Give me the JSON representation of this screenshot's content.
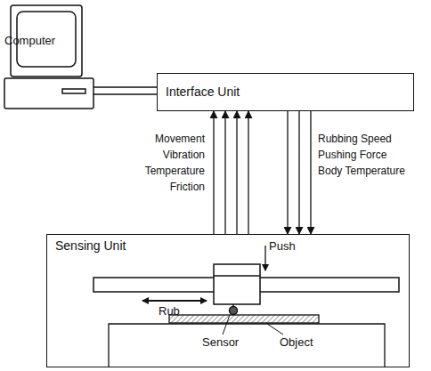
{
  "diagram": {
    "nodes": [
      {
        "text": [
          "Computer"
        ]
      },
      {
        "text": [
          "Interface Unit"
        ]
      },
      {
        "text": [
          "Sensing Unit"
        ]
      }
    ],
    "edges": [
      {
        "from": 0,
        "to": 1,
        "arrow": "none"
      },
      {
        "from": 2,
        "to": 1,
        "arrow": "to",
        "label": "Movement"
      },
      {
        "from": 2,
        "to": 1,
        "arrow": "to",
        "label": "Vibration"
      },
      {
        "from": 2,
        "to": 1,
        "arrow": "to",
        "label": "Temperature"
      },
      {
        "from": 2,
        "to": 1,
        "arrow": "to",
        "label": "Friction"
      },
      {
        "from": 1,
        "to": 2,
        "arrow": "to",
        "label": "Rubbing Speed"
      },
      {
        "from": 1,
        "to": 2,
        "arrow": "to",
        "label": "Pushing Force"
      },
      {
        "from": 1,
        "to": 2,
        "arrow": "to",
        "label": "Body Temperature"
      }
    ],
    "labels": [
      "Push",
      "Rub",
      "Sensor",
      "Object"
    ]
  }
}
